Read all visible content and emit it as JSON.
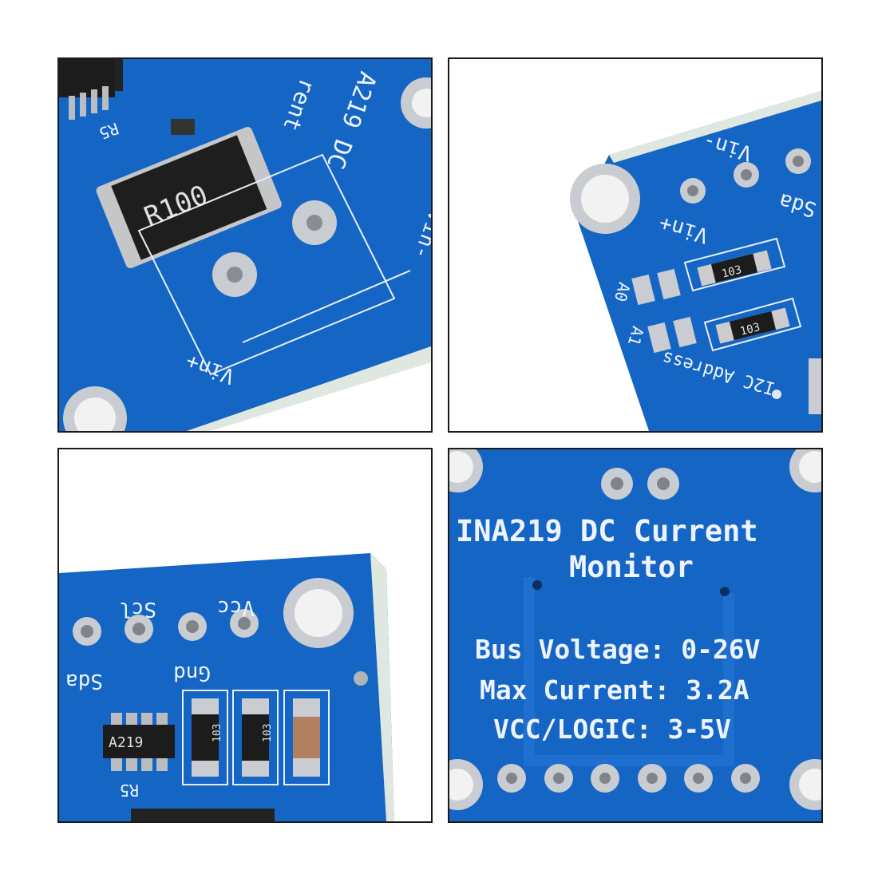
{
  "panel1": {
    "resistor": "R100",
    "ref": "R5",
    "title_fragment": "A219 DC",
    "title_fragment2": "rent",
    "pin_minus": "Vin-",
    "pin_plus": "Vin+"
  },
  "panel2": {
    "pin_minus": "Vin-",
    "pin_plus": "Vin+",
    "pin_sda": "Sda",
    "smd_a": "103",
    "smd_b": "103",
    "addr_a0": "A0",
    "addr_a1": "A1",
    "addr_label": "I2C Address"
  },
  "panel3": {
    "pin_vcc": "Vcc",
    "pin_scl": "Scl",
    "pin_gnd": "Gnd",
    "pin_sda": "Sda",
    "chip": "A219",
    "ref": "R5",
    "smd_a": "103",
    "smd_b": "103"
  },
  "panel4": {
    "title_line1": "INA219 DC Current",
    "title_line2": "Monitor",
    "spec1": "Bus Voltage: 0-26V",
    "spec2": "Max Current: 3.2A",
    "spec3": "VCC/LOGIC: 3-5V"
  },
  "colors": {
    "pcb": "#1565c4",
    "pcb_dark": "#0d4fa0",
    "silk": "#eef4ff",
    "pad": "#b8bcc0"
  }
}
